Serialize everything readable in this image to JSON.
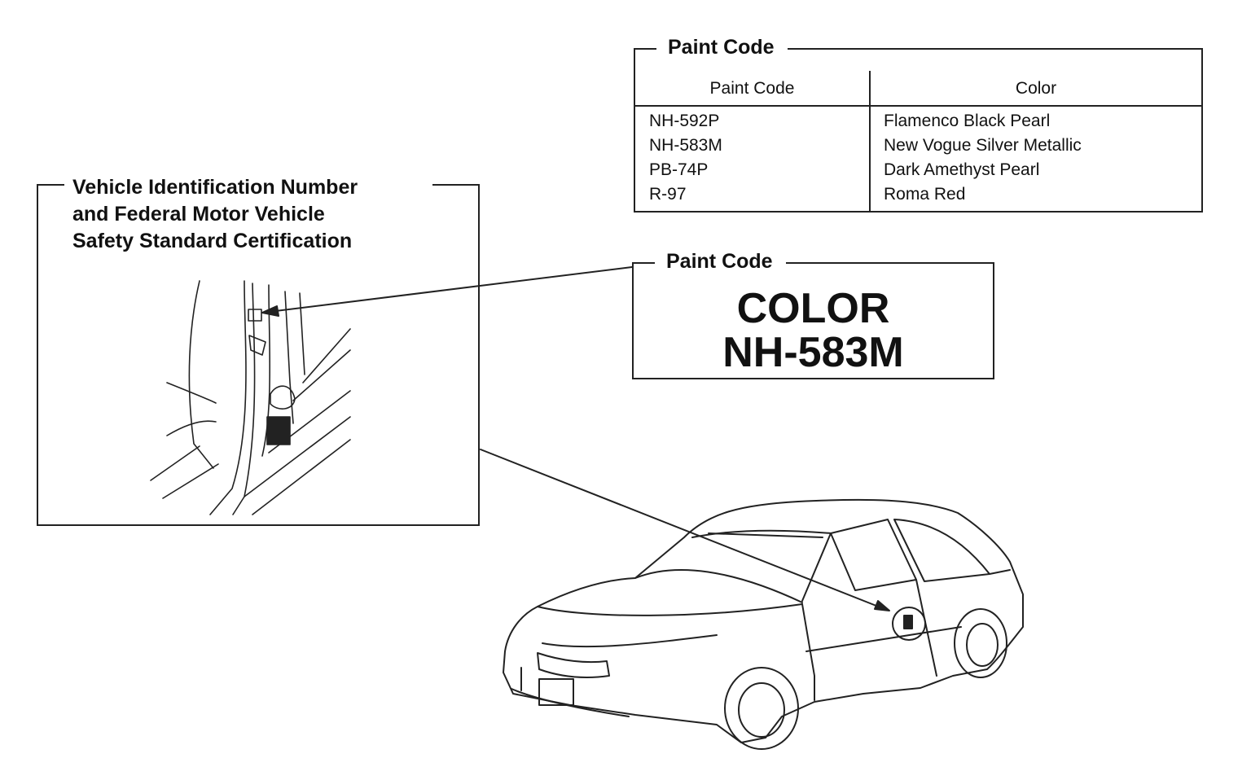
{
  "vin_panel": {
    "title_lines": [
      "Vehicle Identification Number",
      "and Federal Motor Vehicle",
      "Safety Standard Certification"
    ]
  },
  "paint_table": {
    "title": "Paint Code",
    "headers": {
      "code": "Paint Code",
      "color": "Color"
    },
    "rows": [
      {
        "code": "NH-592P",
        "color": "Flamenco Black Pearl"
      },
      {
        "code": "NH-583M",
        "color": "New Vogue Silver Metallic"
      },
      {
        "code": "PB-74P",
        "color": "Dark Amethyst Pearl"
      },
      {
        "code": "R-97",
        "color": "Roma Red"
      }
    ]
  },
  "paint_label": {
    "title": "Paint Code",
    "line1": "COLOR",
    "line2": "NH-583M"
  },
  "colors": {
    "ink": "#111111",
    "paper": "#ffffff"
  }
}
